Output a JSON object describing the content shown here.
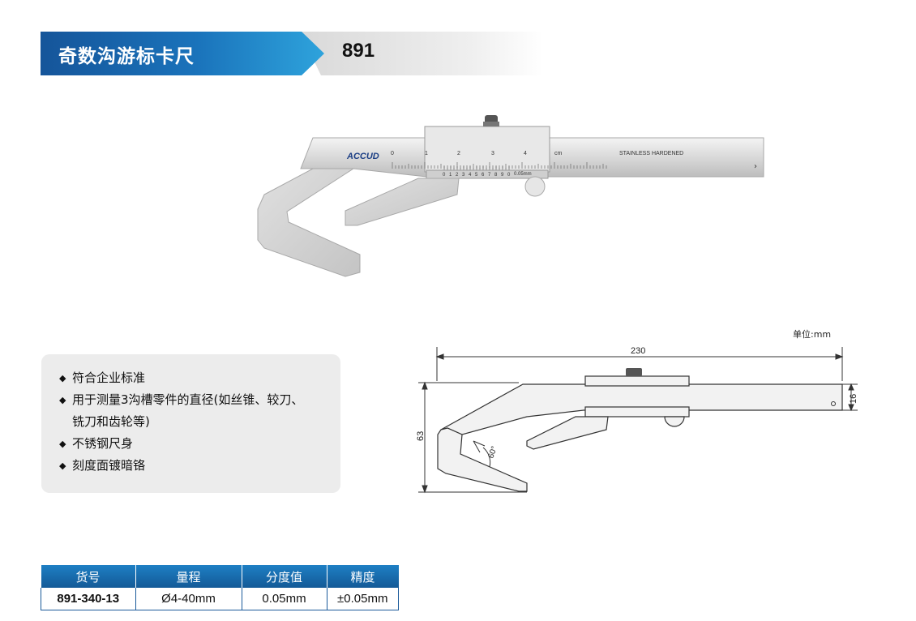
{
  "header": {
    "title": "奇数沟游标卡尺",
    "model": "891"
  },
  "photo": {
    "brand": "ACCUD",
    "main_scale": [
      "0",
      "1",
      "2",
      "3",
      "4",
      "cm"
    ],
    "stamp": "STAINLESS  HARDENED",
    "vernier_scale": [
      "0",
      "1",
      "2",
      "3",
      "4",
      "5",
      "6",
      "7",
      "8",
      "9",
      "0"
    ],
    "vernier_unit": "0.05mm"
  },
  "features": [
    "符合企业标准",
    "用于测量3沟槽零件的直径(如丝锥、较刀、",
    "铣刀和齿轮等)",
    "不锈钢尺身",
    "刻度面镀暗铬"
  ],
  "drawing": {
    "unit": "单位:mm",
    "length": "230",
    "height": "63",
    "beam_height": "16",
    "angle": "60°"
  },
  "table": {
    "headers": [
      "货号",
      "量程",
      "分度值",
      "精度"
    ],
    "rows": [
      [
        "891-340-13",
        "Ø4-40mm",
        "0.05mm",
        "±0.05mm"
      ]
    ]
  },
  "colors": {
    "banner_blue": "#15559a",
    "banner_light": "#2ea3dc",
    "table_header": "#1a6db3"
  }
}
